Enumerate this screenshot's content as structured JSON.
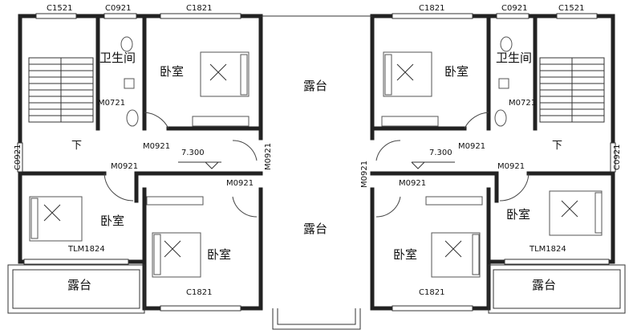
{
  "rooms": {
    "bedroom": "卧室",
    "bathroom": "卫生间",
    "balcony": "露台",
    "stair_down": "下"
  },
  "codes": {
    "c1521": "C1521",
    "c0921": "C0921",
    "c1821": "C1821",
    "m0721": "M0721",
    "m0921": "M0921",
    "tlm1824": "TLM1824"
  },
  "elevation": "7.300",
  "colors": {
    "wall": "#222222",
    "line": "#333333",
    "background": "#ffffff"
  }
}
